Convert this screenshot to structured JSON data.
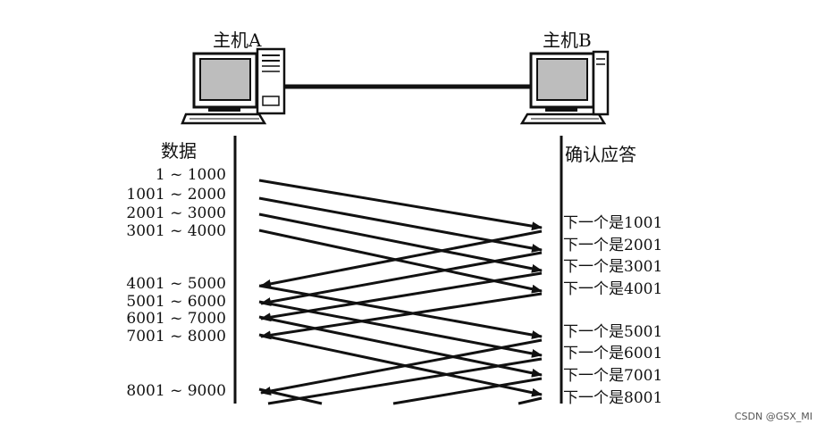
{
  "hosts": {
    "a_label": "主机A",
    "b_label": "主机B"
  },
  "columns": {
    "left_title": "数据",
    "right_title": "确认应答"
  },
  "data_ranges": [
    "1 ~ 1000",
    "1001 ~ 2000",
    "2001 ~ 3000",
    "3001 ~ 4000",
    "4001 ~ 5000",
    "5001 ~ 6000",
    "6001 ~ 7000",
    "7001 ~ 8000",
    "8001 ~ 9000"
  ],
  "acks": [
    "下一个是1001",
    "下一个是2001",
    "下一个是3001",
    "下一个是4001",
    "下一个是5001",
    "下一个是6001",
    "下一个是7001",
    "下一个是8001"
  ],
  "watermark": "CSDN @GSX_MI"
}
